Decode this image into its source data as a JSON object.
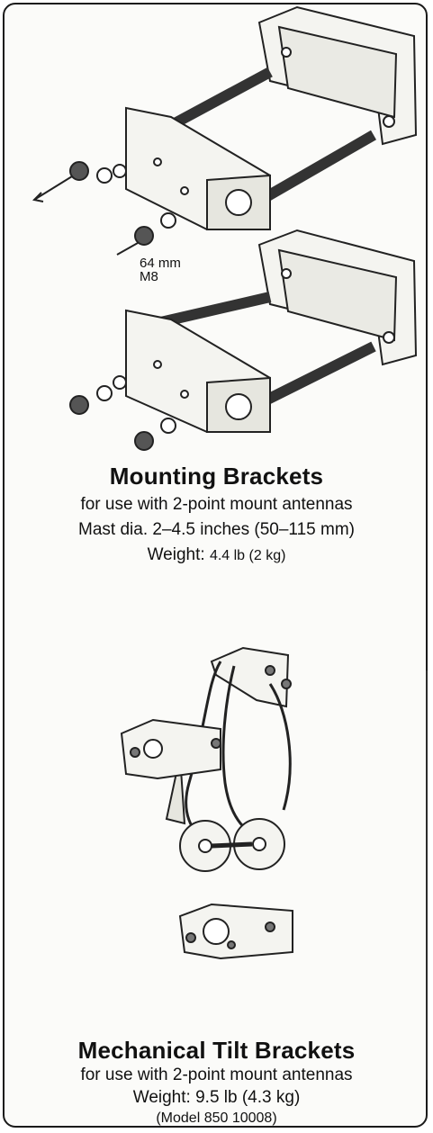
{
  "mounting": {
    "title": "Mounting Brackets",
    "line1": "for use with 2-point mount antennas",
    "line2": "Mast dia. 2–4.5 inches (50–115 mm)",
    "weight_label": "Weight:",
    "weight_value": "4.4 lb (2 kg)",
    "callout_size": "64 mm",
    "callout_thread": "M8"
  },
  "tilt": {
    "title": "Mechanical Tilt Brackets",
    "line1": "for use with 2-point mount antennas",
    "weight_label": "Weight:",
    "weight_value": "9.5 lb (4.3 kg)",
    "model": "(Model 850 10008)"
  }
}
